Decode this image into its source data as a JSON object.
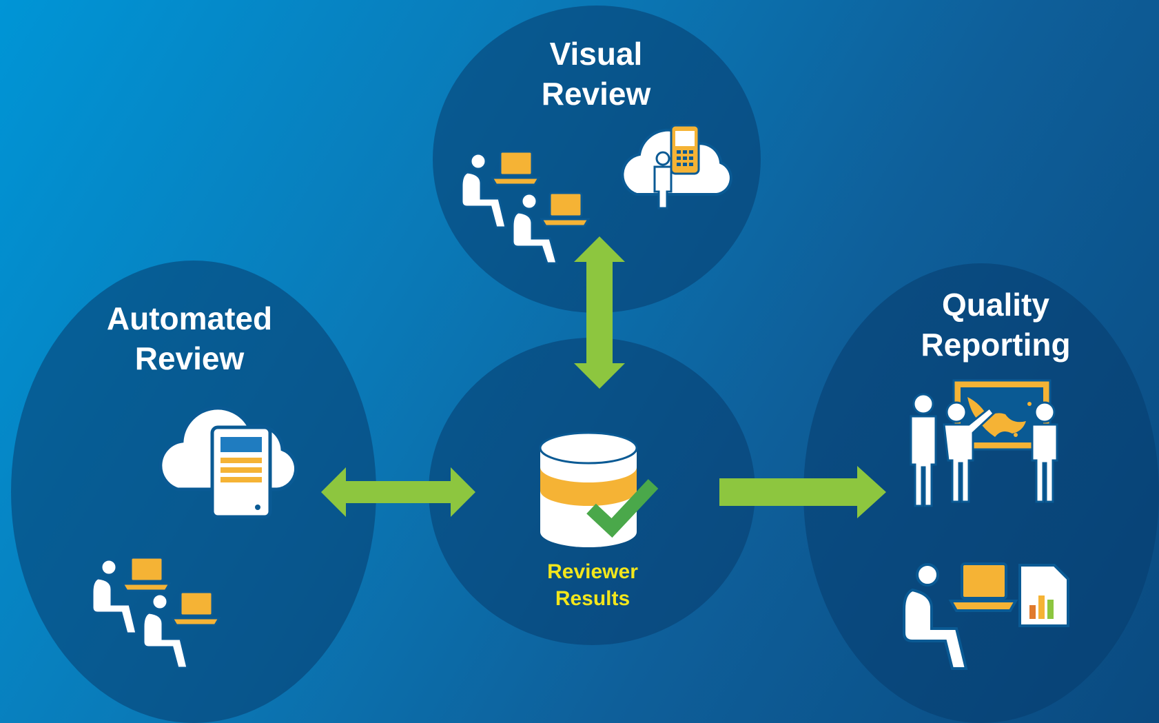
{
  "nodes": {
    "visual": {
      "line1": "Visual",
      "line2": "Review"
    },
    "automated": {
      "line1": "Automated",
      "line2": "Review"
    },
    "quality": {
      "line1": "Quality",
      "line2": "Reporting"
    },
    "center": {
      "line1": "Reviewer",
      "line2": "Results"
    }
  },
  "colors": {
    "arrow": "#8dc63f",
    "highlight": "#f2e61c",
    "accent": "#f5b335"
  },
  "icons": [
    "people-laptops-icon",
    "cloud-mobile-icon",
    "cloud-server-icon",
    "database-check-icon",
    "presentation-map-icon",
    "person-laptop-report-icon"
  ]
}
